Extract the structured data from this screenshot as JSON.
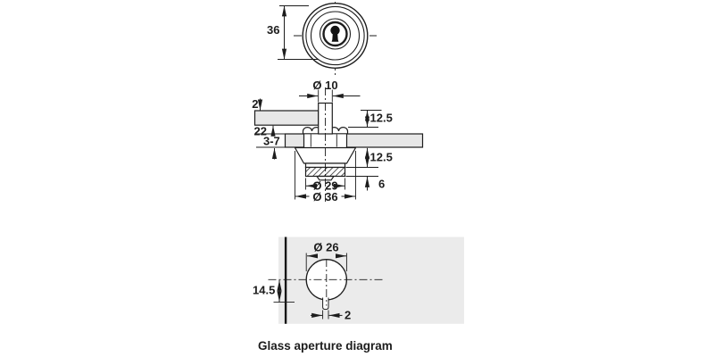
{
  "drawing": {
    "colors": {
      "line": "#1d1d1d",
      "glass_fill": "#e7e7e7",
      "panel_fill": "#ebebeb",
      "keyhole_fill": "#111111"
    },
    "top_view": {
      "face_diameter": "36"
    },
    "section_view": {
      "spindle_diameter": "Ø 10",
      "latch_thickness": "2",
      "latch_reach": "22",
      "glass_thickness": "3-7",
      "height_above_glass": "12.5",
      "height_below_glass": "12.5",
      "base_ring_height": "6",
      "base_diameter": "Ø 29",
      "flange_diameter": "Ø 36"
    },
    "aperture_view": {
      "hole_diameter": "Ø 26",
      "edge_offset": "14.5",
      "notch_width": "2",
      "caption": "Glass aperture diagram"
    }
  }
}
